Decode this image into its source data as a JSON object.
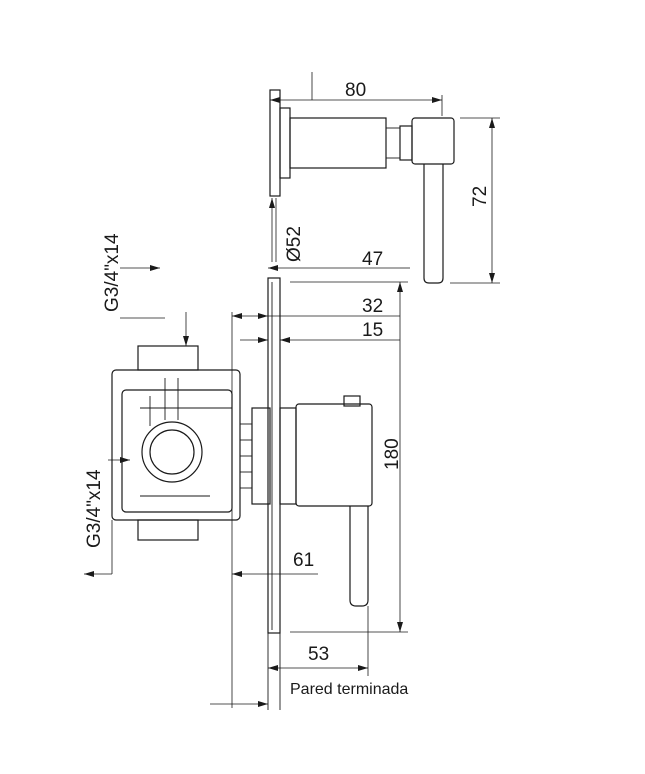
{
  "dimensions": {
    "depth_total": "80",
    "handle_drop": "72",
    "escutcheon_diameter": "Ø52",
    "depth_47": "47",
    "depth_32": "32",
    "depth_15": "15",
    "height_180": "180",
    "depth_61": "61",
    "depth_53": "53"
  },
  "connections": {
    "top_connection": "G3/4\"x14",
    "side_connection": "G3/4\"x14"
  },
  "notes": {
    "finished_wall": "Pared terminada"
  }
}
